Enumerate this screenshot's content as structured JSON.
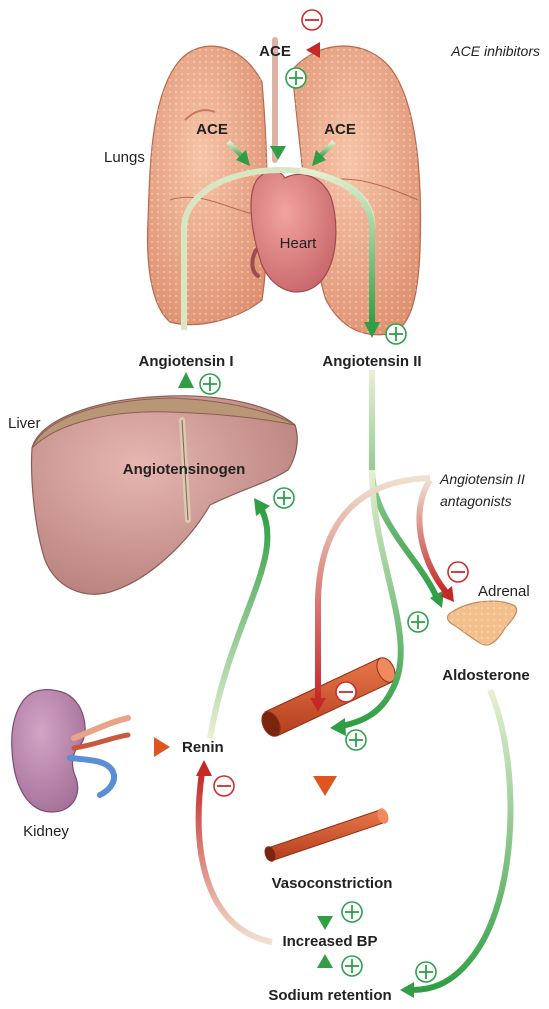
{
  "organs": {
    "lungs": "Lungs",
    "heart": "Heart",
    "liver": "Liver",
    "kidney": "Kidney",
    "adrenal": "Adrenal"
  },
  "molecules": {
    "ace_top": "ACE",
    "ace_left": "ACE",
    "ace_right": "ACE",
    "angiotensin_i": "Angiotensin I",
    "angiotensin_ii": "Angiotensin II",
    "angiotensinogen": "Angiotensinogen",
    "renin": "Renin",
    "aldosterone": "Aldosterone"
  },
  "drugs": {
    "ace_inhibitors": "ACE inhibitors",
    "angiotensin_ii_antagonists_line1": "Angiotensin II",
    "angiotensin_ii_antagonists_line2": "antagonists"
  },
  "effects": {
    "vasoconstriction": "Vasoconstriction",
    "increased_bp": "Increased BP",
    "sodium_retention": "Sodium retention"
  },
  "colors": {
    "stimulate_arrow": "#3aa84a",
    "inhibit_arrow": "#c62828",
    "lung_fill": "#eea98a",
    "heart_fill": "#d97d80",
    "liver_fill": "#c98f88",
    "kidney_fill": "#b27aa3",
    "adrenal_fill": "#f3c08c",
    "vessel_fill": "#d2552b"
  }
}
